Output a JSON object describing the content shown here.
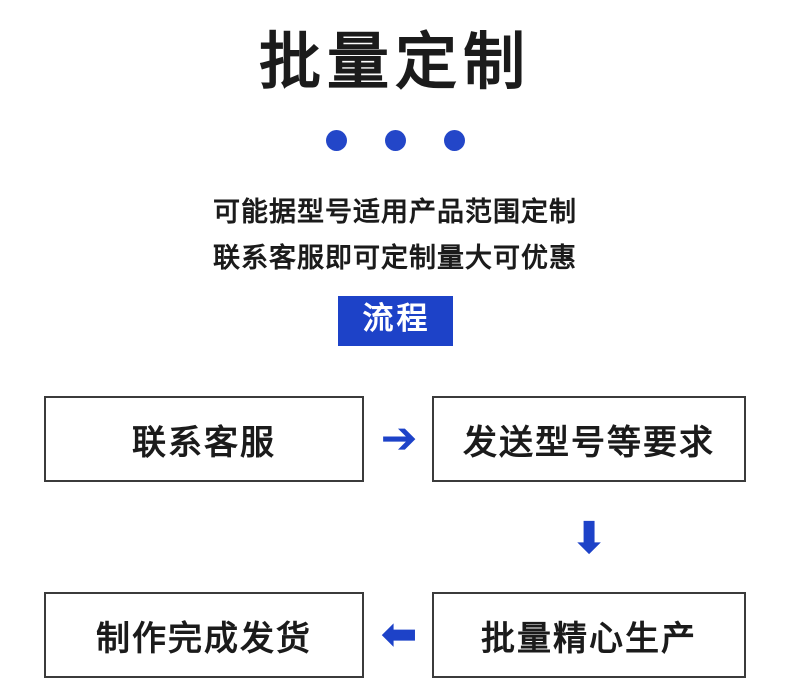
{
  "header": {
    "title": "批量定制",
    "dots_count": 3,
    "dot_color": "#2346c8"
  },
  "subtitles": [
    "可能据型号适用产品范围定制",
    "联系客服即可定制量大可优惠"
  ],
  "badge": {
    "label": "流程",
    "background": "#1d42c8",
    "text_color": "#ffffff"
  },
  "flow": {
    "boxes": [
      {
        "id": "contact",
        "label": "联系客服"
      },
      {
        "id": "send",
        "label": "发送型号等要求"
      },
      {
        "id": "produce",
        "label": "批量精心生产"
      },
      {
        "id": "ship",
        "label": "制作完成发货"
      }
    ],
    "arrows": [
      {
        "id": "arrow-right",
        "glyph": "➔"
      },
      {
        "id": "arrow-down",
        "glyph": "⬇"
      },
      {
        "id": "arrow-left",
        "glyph": "⬅"
      }
    ],
    "arrow_color": "#1d42c8",
    "box_border_color": "#3b3b3b"
  }
}
